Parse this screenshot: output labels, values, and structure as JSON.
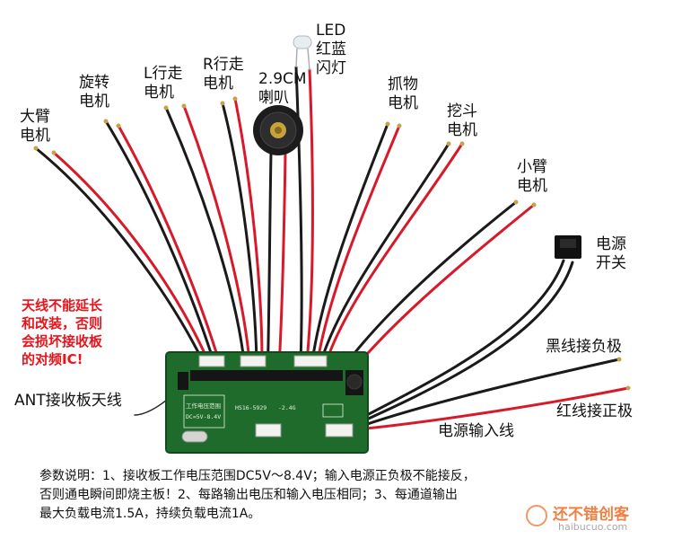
{
  "labels": {
    "big_arm_motor": "大臂\n电机",
    "rotate_motor": "旋转\n电机",
    "l_walk_motor": "L行走\n电机",
    "r_walk_motor": "R行走\n电机",
    "speaker": "2.9CM\n喇叭",
    "led": "LED\n红蓝\n闪灯",
    "grab_motor": "抓物\n电机",
    "dig_motor": "挖斗\n电机",
    "small_arm_motor": "小臂\n电机",
    "power_switch": "电源\n开关",
    "black_wire": "黑线接负极",
    "red_wire": "红线接正极",
    "power_input": "电源输入线",
    "antenna": "ANT接收板天线"
  },
  "warning": "天线不能延长\n和改装，否则\n会损坏接收板\n的对频IC!",
  "pcb": {
    "model": "HS16-5929",
    "freq": "-2.4G",
    "voltage_title": "工作电压范围",
    "voltage_range": "DC=5V-8.4V"
  },
  "note": "参数说明：1、接收板工作电压范围DC5V～8.4V；输入电源正负极不能接反，\n否则通电瞬间即烧主板！2、每路输出电压和输入电压相同；3、每通道输出\n最大负载电流1.5A，持续负载电流1A。",
  "watermark": {
    "brand": "还不错创客",
    "url": "haibucuo.com"
  },
  "colors": {
    "wire_red": "#d8192a",
    "wire_black": "#1a1a1a",
    "pcb_green": "#1f6b2c",
    "warning_red": "#e8141c"
  }
}
